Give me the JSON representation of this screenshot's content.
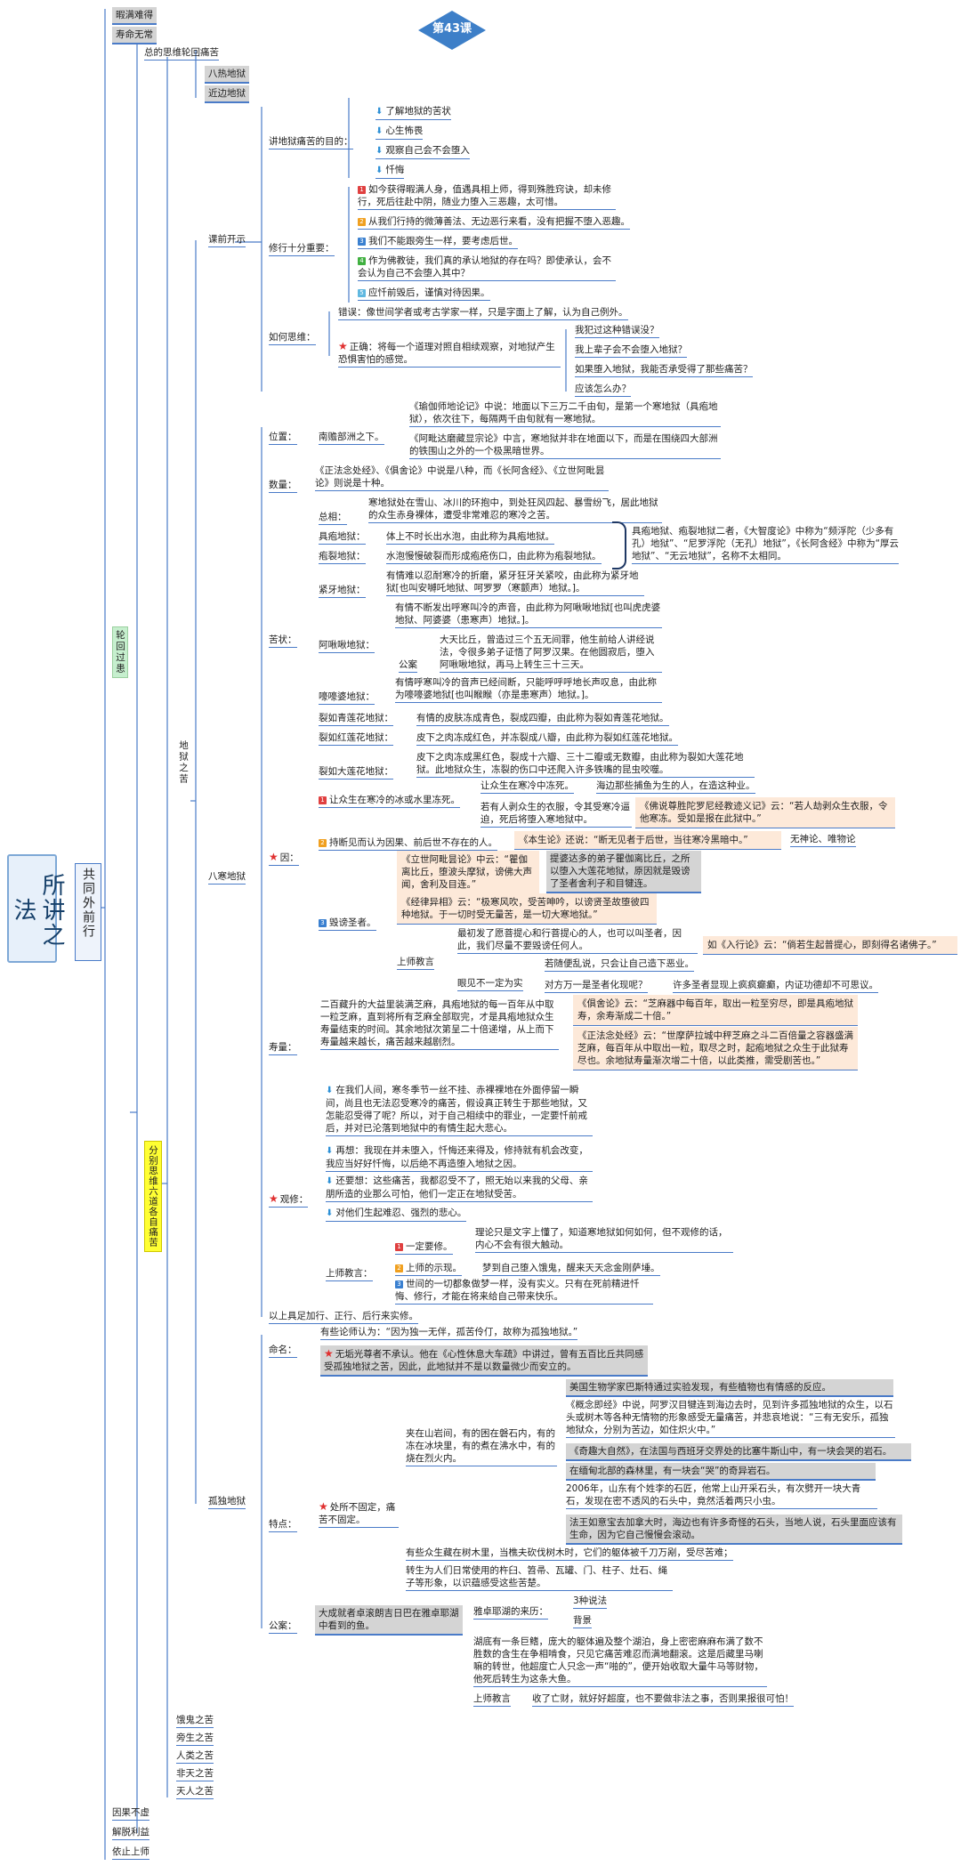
{
  "header": {
    "lesson": "第43课"
  },
  "root": {
    "title": "所讲之法"
  },
  "branch": {
    "title": "共同外前行"
  },
  "top": {
    "a": "暇满难得",
    "b": "寿命无常",
    "c": "总的思维轮回痛苦",
    "d": "八热地狱",
    "e": "近边地狱"
  },
  "cycle": {
    "label": "轮回过患"
  },
  "six": {
    "label": "分别思维六道各自痛苦"
  },
  "hell": {
    "label": "地狱之苦",
    "cold": "八寒地狱",
    "lonely": "孤独地狱"
  },
  "realms": [
    "饿鬼之苦",
    "旁生之苦",
    "人类之苦",
    "非天之苦",
    "天人之苦"
  ],
  "bottom": [
    "因果不虚",
    "解脱利益",
    "依止上师"
  ],
  "intro": {
    "label": "课前开示",
    "purpose": {
      "label": "讲地狱痛苦的目的：",
      "items": [
        "了解地狱的苦状",
        "心生怖畏",
        "观察自己会不会堕入",
        "忏悔"
      ]
    },
    "important": {
      "label": "修行十分重要：",
      "items": [
        "如今获得暇满人身，值遇具相上师，得到殊胜窍诀，却未修行，死后往赴中阴，随业力堕入三恶趣，太可惜。",
        "从我们行持的微薄善法、无边恶行来看，没有把握不堕入恶趣。",
        "我们不能跟旁生一样，要考虑后世。",
        "作为佛教徒，我们真的承认地狱的存在吗？即使承认，会不会认为自己不会堕入其中？",
        "应忏前毁后，谨慎对待因果。"
      ]
    },
    "how": {
      "label": "如何思维：",
      "wrong": "错误：像世间学者或考古学家一样，只是字面上了解，认为自己例外。",
      "right": "正确：将每一个道理对照自相续观察，对地狱产生恐惧害怕的感觉。",
      "qs": [
        "我犯过这种错误没？",
        "我上辈子会不会堕入地狱？",
        "如果堕入地狱，我能否承受得了那些痛苦？",
        "应该怎么办？"
      ]
    }
  },
  "cold": {
    "pos": {
      "label": "位置：",
      "main": "南赡部洲之下。",
      "q1": "《瑜伽师地论记》中说：地面以下三万二千由旬，是第一个寒地狱（具疱地狱），依次往下，每隔两千由旬就有一寒地狱。",
      "q2": "《阿毗达磨藏显宗论》中言，寒地狱并非在地面以下，而是在围绕四大部洲的铁围山之外的一个极黑暗世界。"
    },
    "num": {
      "label": "数量：",
      "text": "《正法念处经》、《俱舍论》中说是八种，而《长阿含经》、《立世阿毗昙论》则说是十种。"
    },
    "suffer": {
      "label": "苦状：",
      "general": {
        "label": "总相：",
        "text": "寒地狱处在雪山、冰川的环抱中，到处狂风四起、暴雪纷飞，居此地狱的众生赤身裸体，遭受非常难忍的寒冷之苦。"
      },
      "h1": {
        "label": "具疱地狱：",
        "text": "体上不时长出水泡，由此称为具疱地狱。"
      },
      "h2": {
        "label": "疱裂地狱：",
        "text": "水泡慢慢破裂而形成疱疮伤口，由此称为疱裂地狱。"
      },
      "h12note": "具疱地狱、疱裂地狱二者，《大智度论》中称为“频浮陀（少多有孔）地狱”、“尼罗浮陀（无孔）地狱”，《长阿含经》中称为“厚云地狱”、“无云地狱”，名称不太相同。",
      "h3": {
        "label": "紧牙地狱：",
        "text": "有情难以忍耐寒冷的折磨，紧牙狂牙关紧咬，由此称为紧牙地狱[也叫安嚩吒地狱、呵罗罗（寒颤声）地狱。]。"
      },
      "h4": {
        "label": "阿啾啾地狱：",
        "text": "有情不断发出呼寒叫冷的声音，由此称为阿啾啾地狱[也叫虎虎婆地狱、阿婆婆（患寒声）地狱。]。",
        "caselabel": "公案",
        "case": "大天比丘，曾造过三个五无间罪，他生前给人讲经说法，令很多弟子证悟了阿罗汉果。在他圆寂后，堕入阿啾啾地狱，再马上转生三十三天。"
      },
      "h5": {
        "label": "嚎嚎婆地狱：",
        "text": "有情呼寒叫冷的音声已经间断，只能呼呼呼地长声叹息，由此称为嚎嚎婆地狱[也叫睺睺（亦是患寒声）地狱。]。"
      },
      "h6": {
        "label": "裂如青莲花地狱：",
        "text": "有情的皮肤冻成青色，裂成四瓣，由此称为裂如青莲花地狱。"
      },
      "h7": {
        "label": "裂如红莲花地狱：",
        "text": "皮下之肉冻成红色，并冻裂成八瓣，由此称为裂如红莲花地狱。"
      },
      "h8": {
        "label": "裂如大莲花地狱：",
        "text": "皮下之肉冻成黑红色，裂成十六瓣、三十二瓣或无数瓣，由此称为裂如大莲花地狱。此地狱众生，冻裂的伤口中还爬入许多铁嘴的昆虫咬噬。"
      }
    },
    "cause": {
      "label": "因：",
      "c1": {
        "label": "让众生在寒冷的冰或水里冻死。",
        "a": "让众生在寒冷中冻死。",
        "b": "海边那些捕鱼为生的人，在造这种业。",
        "c": "若有人剥众生的衣服，令其受寒冷逼迫，死后将堕入寒地狱中。",
        "d": "《佛说尊胜陀罗尼经教迹义记》云：“若人劫剥众生衣服，令他寒冻。受如是报在此狱中。”"
      },
      "c2": {
        "label": "持断见而认为因果、前后世不存在的人。",
        "q": "《本生论》还说：“断无见者于后世，当往寒冷黑暗中。”",
        "r": "无神论、唯物论"
      },
      "c3": {
        "label": "毁谤圣者。",
        "q1": "《立世阿毗昙论》中云：“瞿伽离比丘，堕波头摩狱，谤佛大声闻，舍利及目连。”",
        "q2": "提婆达多的弟子瞿伽离比丘，之所以堕入大莲花地狱，原因就是毁谤了圣者舍利子和目犍连。",
        "q3": "《经律异相》云：“极寒风吹，受苦呻吟，以谤贤圣故堕彼四种地狱。于一切时受无量苦，是一切大寒地狱。”",
        "teach": {
          "label": "上师教言",
          "t1": "最初发了愿菩提心和行菩提心的人，也可以叫圣者，因此，我们尽量不要毁谤任何人。",
          "t2": "如《入行论》云：“倘若生起普提心，即刻得名诸佛子。”",
          "notSure": "眼见不一定为实",
          "t3": "若随便乱说，只会让自己造下恶业。",
          "t4": "对方万一是圣者化现呢？",
          "t5": "许多圣者显现上疯疯癫癫，内证功德却不可思议。"
        }
      }
    },
    "life": {
      "label": "寿量：",
      "text": "二百藏升的大益里装满芝麻，具疱地狱的每一百年从中取一粒芝麻，直到将所有芝麻全部取完，才是具疱地狱众生寿量结束的时间。其余地狱次第呈二十倍递增，从上而下寿量越来越长，痛苦越来越剧烈。",
      "q1": "《俱舍论》云：“芝麻器中每百年，取出一粒至穷尽，即是具疱地狱寿，余寿渐成二十倍。”",
      "q2": "《正法念处经》云：“世摩萨拉城中秤芝麻之斗二百倍量之容器盛满芝麻，每百年从中取出一粒，取尽之时，起疱地狱之众生于此狱寿尽也。余地狱寿量渐次增二十倍，以此类推，需受剧苦也。”"
    },
    "med": {
      "label": "观修：",
      "m1": "在我们人间，寒冬季节一丝不挂、赤裸裸地在外面停留一瞬间，尚且也无法忍受寒冷的痛苦，假设真正转生于那些地狱，又怎能忍受得了呢？所以，对于自己相续中的罪业，一定要忏前戒后，并对已沦落到地狱中的有情生起大悲心。",
      "m2": "再想：我现在并未堕入，忏悔还来得及，修持就有机会改变，我应当好好忏悔，以后绝不再造堕入地狱之因。",
      "m3": "还要想：这些痛苦，我都忍受不了，照无始以来我的父母、亲朋所造的业那么可怕，他们一定正在地狱受苦。",
      "m4": "对他们生起难忍、强烈的悲心。",
      "teach": {
        "label": "上师教言：",
        "a": "一定要修。",
        "a1": "理论只是文字上懂了，知道寒地狱如何如何，但不观修的话，内心不会有很大触动。",
        "b": "上师的示现。",
        "b1": "梦到自己堕入饿鬼，醒来天天念金刚萨埵。",
        "c": "世间的一切都象做梦一样，没有实义。只有在死前精进忏悔、修行，才能在将来给自己带来快乐。"
      }
    },
    "end": "以上具足加行、正行、后行来实修。"
  },
  "lonely": {
    "name": {
      "label": "命名：",
      "text": "有些论师认为：“因为独一无伴，孤苦伶仃，故称为孤独地狱。”",
      "alt": "无垢光尊者不承认。他在《心性休息大车疏》中讲过，曾有五百比丘共同感受孤独地狱之苦，因此，此地狱并不是以数量微少而安立的。"
    },
    "feat": {
      "label": "特点：",
      "main": "处所不固定，痛苦不固定。",
      "p1": "夹在山岩间，有的困在磐石内，有的冻在冰块里，有的煮在沸水中，有的烧在烈火内。",
      "e": [
        "美国生物学家巴斯特通过实验发现，有些植物也有情感的反应。",
        "《概念即经》中说，阿罗汉目犍连到海边去时，见到许多孤独地狱的众生，以石头或树木等各种无情物的形象感受无量痛苦，并悲哀地说：“三有无安乐，孤独地狱众，分别为苦边，如住炽火中。”",
        "《奇趣大自然》，在法国与西班牙交界处的比塞牛斯山中，有一块会哭的岩石。",
        "在缅甸北部的森林里，有一块会“哭”的奇异岩石。",
        "2006年，山东有个姓李的石匠，他常上山开采石头，有次劈开一块大青石，发现在密不透风的石头中，竟然活着两只小虫。",
        "法王如意宝去加拿大时，海边也有许多奇怪的石头，当地人说，石头里面应该有生命，因为它自己慢慢会滚动。"
      ],
      "p2": "有些众生藏在树木里，当樵夫砍伐树木时，它们的躯体被千刀万剐，受尽苦难；",
      "p3": "转生为人们日常使用的杵臼、笤帚、瓦罐、门、柱子、灶石、绳子等形象，以识蕴感受这些苦楚。"
    },
    "story": {
      "label": "公案：",
      "text": "大成就者卓滚朗吉日巴在雅卓耶湖中看到的鱼。",
      "src": "雅卓耶湖的来历：",
      "s1": "3种说法",
      "s2": "背景",
      "detail": "湖底有一条巨鳍，庞大的躯体遍及整个湖泊，身上密密麻麻布满了数不胜数的含生在争相啃食，只见它痛苦难忍而满地翻滚。这是后藏里马喇嘛的转世，他超度亡人只念一声“啪的”，便开始收取大量牛马等财物，他死后转生为这条大鱼。",
      "teachLabel": "上师教言",
      "teach": "收了亡财，就好好超度，也不要做非法之事，否则果报很可怕！"
    }
  }
}
